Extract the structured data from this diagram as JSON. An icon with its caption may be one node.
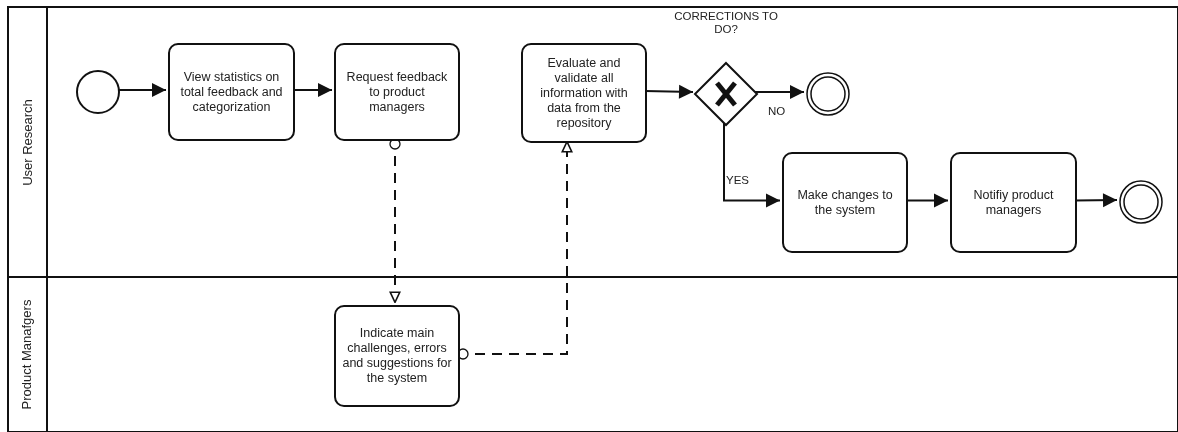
{
  "diagram": {
    "nodes": [
      {
        "text": [
          "User Research"
        ]
      },
      {
        "text": [
          "Product Manafgers"
        ]
      },
      {
        "text": [],
        "shape": "circle",
        "in": 0
      },
      {
        "text": [
          "View statistics on total feedback and categorization"
        ],
        "in": 0
      },
      {
        "text": [
          "Request feedback to product managers"
        ],
        "in": 0
      },
      {
        "text": [
          "Evaluate and validate all information with data from the repository"
        ],
        "in": 0
      },
      {
        "text": [
          "CORRECTIONS TO DO?"
        ],
        "in": 0
      },
      {
        "text": [],
        "shape": "circle",
        "in": 0
      },
      {
        "text": [
          "Make changes to the system"
        ],
        "in": 0
      },
      {
        "text": [
          "Notifiy product managers"
        ],
        "in": 0
      },
      {
        "text": [],
        "shape": "circle",
        "in": 0
      },
      {
        "text": [
          "Indicate main challenges, errors and suggestions for the system"
        ],
        "in": 1
      }
    ],
    "edges": [
      {
        "from": 2,
        "to": 3,
        "arrow": "to"
      },
      {
        "from": 3,
        "to": 4,
        "arrow": "to"
      },
      {
        "from": 5,
        "to": 6,
        "arrow": "to"
      },
      {
        "from": 6,
        "to": 7,
        "arrow": "to",
        "label": "NO"
      },
      {
        "from": 6,
        "to": 8,
        "arrow": "to",
        "label": "YES"
      },
      {
        "from": 8,
        "to": 9,
        "arrow": "to"
      },
      {
        "from": 9,
        "to": 10,
        "arrow": "to"
      },
      {
        "from": 4,
        "to": 11,
        "arrow": "to",
        "style": "dashed"
      },
      {
        "from": 11,
        "to": 5,
        "arrow": "to",
        "style": "dashed"
      }
    ]
  }
}
